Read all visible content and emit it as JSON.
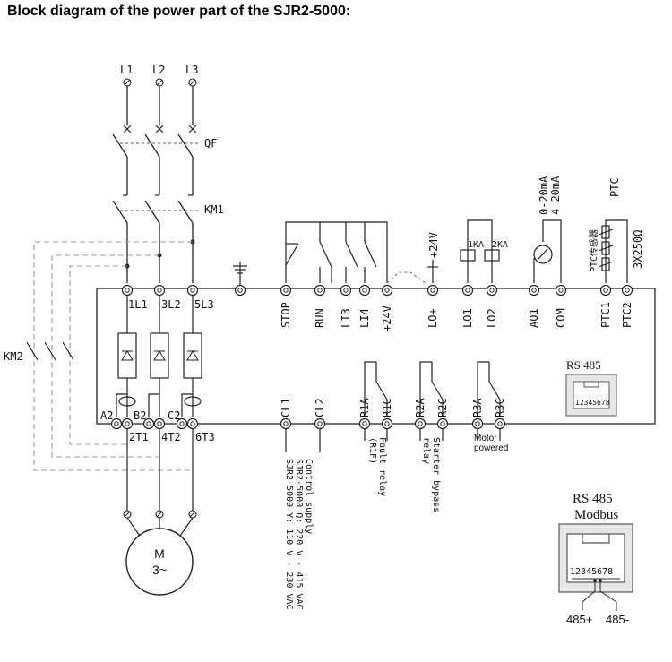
{
  "title": "Block diagram of the power part of the SJR2-5000:",
  "supply": {
    "l1": "L1",
    "l2": "L2",
    "l3": "L3",
    "qf": "QF",
    "km1": "KM1",
    "km2": "KM2"
  },
  "power_terminals": {
    "t1l1": "1L1",
    "t3l2": "3L2",
    "t5l3": "5L3",
    "a2": "A2",
    "b2": "B2",
    "c2": "C2",
    "t2t1": "2T1",
    "t4t2": "4T2",
    "t6t3": "6T3"
  },
  "control_top": {
    "stop": "STOP",
    "run": "RUN",
    "li3": "LI3",
    "li4": "LI4",
    "p24v": "+24V",
    "lo": "LO+",
    "lo1": "LO1",
    "lo2": "LO2",
    "ao1": "AO1",
    "com": "COM",
    "ptc1": "PTC1",
    "ptc2": "PTC2"
  },
  "control_extra": {
    "plus24v": "+24V",
    "ka1": "1KA",
    "ka2": "2KA",
    "ma1": "0-20mA",
    "ma2": "4-20mA",
    "ptc": "PTC",
    "ptc_sensor": "PTC传感器",
    "ptc_res": "3X250Ω"
  },
  "control_bottom": {
    "cl1": "CL1",
    "cl2": "CL2",
    "r1a": "R1A",
    "r1c": "R1C",
    "r2a": "R2A",
    "r2c": "R2C",
    "r3a": "R3A",
    "r3c": "R3C"
  },
  "notes": {
    "supply_title": "Control supply",
    "supply_q": "SJR2-5000  Q: 220 V - 415 VAC",
    "supply_y": "SJR2-5000  Y: 110 V - 230 VAC",
    "fault_1": "Fault relay",
    "fault_2": "(R1F)",
    "bypass_1": "Starter bypass",
    "bypass_2": "relay",
    "motor_1": "Motor",
    "motor_2": "powered"
  },
  "rs485_small": {
    "label": "RS 485",
    "pins": "12345678"
  },
  "rs485_big": {
    "label": "RS 485",
    "sublabel": "Modbus",
    "pins": "12345678",
    "pos": "485+",
    "neg": "485-"
  },
  "motor": {
    "label": "M",
    "phase": "3~"
  }
}
